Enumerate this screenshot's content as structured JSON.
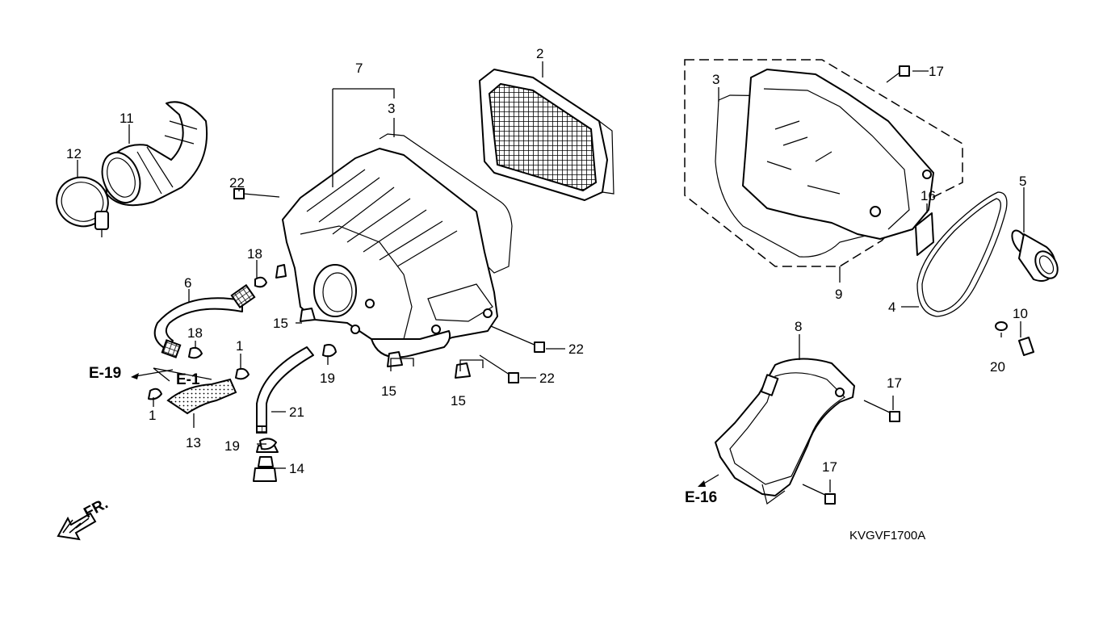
{
  "diagram": {
    "callouts": {
      "c1a": "1",
      "c1b": "1",
      "c2": "2",
      "c3a": "3",
      "c3b": "3",
      "c4": "4",
      "c5": "5",
      "c6": "6",
      "c7": "7",
      "c8": "8",
      "c9": "9",
      "c10": "10",
      "c11": "11",
      "c12": "12",
      "c13": "13",
      "c14": "14",
      "c15a": "15",
      "c15b": "15",
      "c15c": "15",
      "c16": "16",
      "c17a": "17",
      "c17b": "17",
      "c17c": "17",
      "c18a": "18",
      "c18b": "18",
      "c19a": "19",
      "c19b": "19",
      "c20": "20",
      "c21": "21",
      "c22a": "22",
      "c22b": "22",
      "c22c": "22"
    },
    "references": {
      "e19": "E-19",
      "e1": "E-1",
      "e16": "E-16"
    },
    "front_marker": "FR.",
    "drawing_code": "KVGVF1700A"
  }
}
